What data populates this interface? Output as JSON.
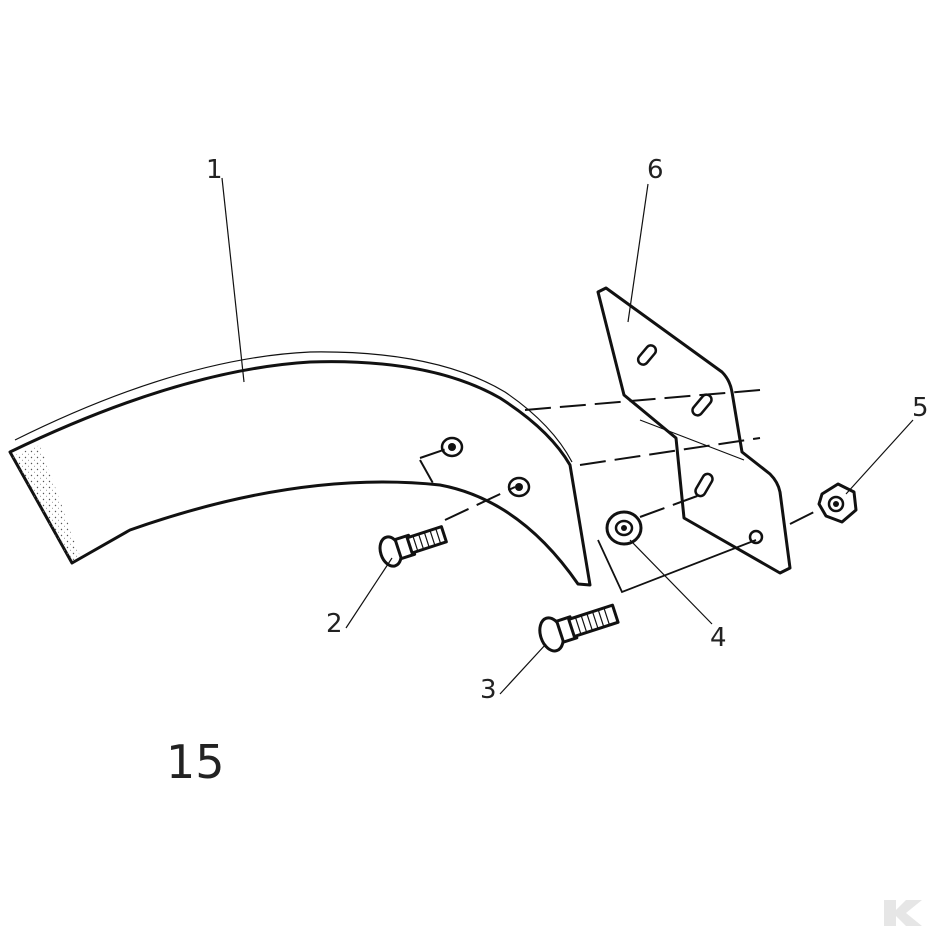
{
  "figure": {
    "number": "15",
    "part_labels": [
      "1",
      "2",
      "3",
      "4",
      "5",
      "6"
    ]
  },
  "logo": {
    "name": "brand-k-logo",
    "color": "#e6e6e6"
  },
  "colors": {
    "ink": "#111111",
    "background": "#ffffff"
  }
}
